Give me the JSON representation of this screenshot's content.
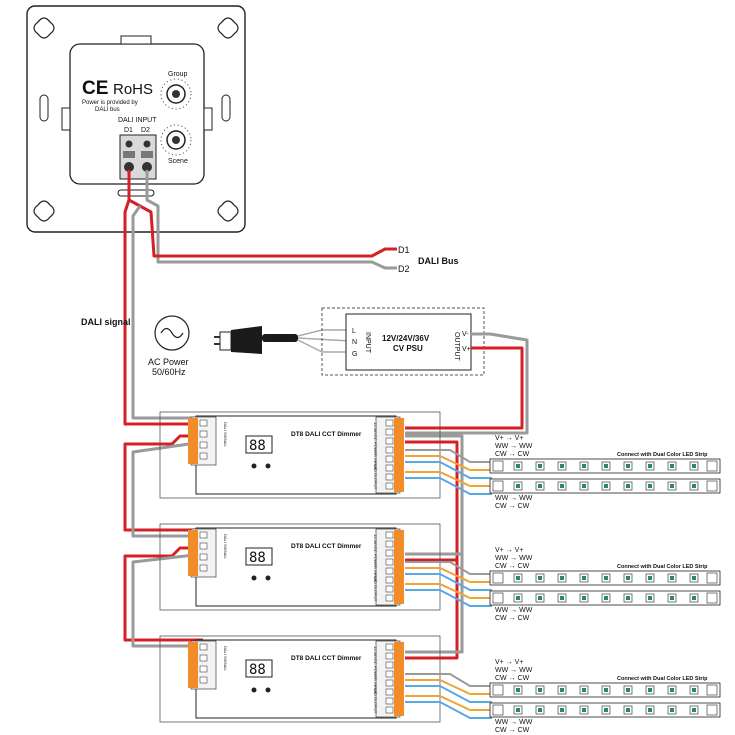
{
  "panel": {
    "ce_mark": "CE",
    "rohs": "RoHS",
    "power_note_line1": "Power is provided by",
    "power_note_line2": "DALI bus",
    "group_label": "Group",
    "scene_label": "Scene",
    "dali_input_label": "DALI INPUT",
    "d1_label": "D1",
    "d2_label": "D2"
  },
  "bus": {
    "d1": "D1",
    "d2": "D2",
    "dali_bus_label": "DALI Bus",
    "dali_signal_label": "DALI signal"
  },
  "ac_power": {
    "line1": "AC Power",
    "line2": "50/60Hz"
  },
  "psu": {
    "title_line1": "12V/24V/36V",
    "title_line2": "CV PSU",
    "input_label": "INPUT",
    "output_label": "OUTPUT",
    "l": "L",
    "n": "N",
    "g": "G",
    "v_minus": "V-",
    "v_plus": "V+"
  },
  "dimmer": {
    "title": "DT8 DALI CCT Dimmer",
    "display": "88",
    "dali_signal_side": "DALI SIGNAL",
    "power_input_side": "12-36VDC POWER INPUT",
    "led_output_side": "LED OUTPUT"
  },
  "strip": {
    "title": "Connect with Dual Color LED Strip",
    "top_map": [
      {
        "from": "V+",
        "to": "V+"
      },
      {
        "from": "WW",
        "to": "WW"
      },
      {
        "from": "CW",
        "to": "CW"
      }
    ],
    "bottom_map": [
      {
        "from": "WW",
        "to": "WW"
      },
      {
        "from": "CW",
        "to": "CW"
      }
    ]
  },
  "colors": {
    "wire_red": "#d42027",
    "wire_gray": "#9a9a9a",
    "wire_orange": "#f2a23a",
    "wire_blue": "#5aa9e6",
    "terminal_orange": "#f28c28",
    "led_green": "#2e8b57"
  }
}
